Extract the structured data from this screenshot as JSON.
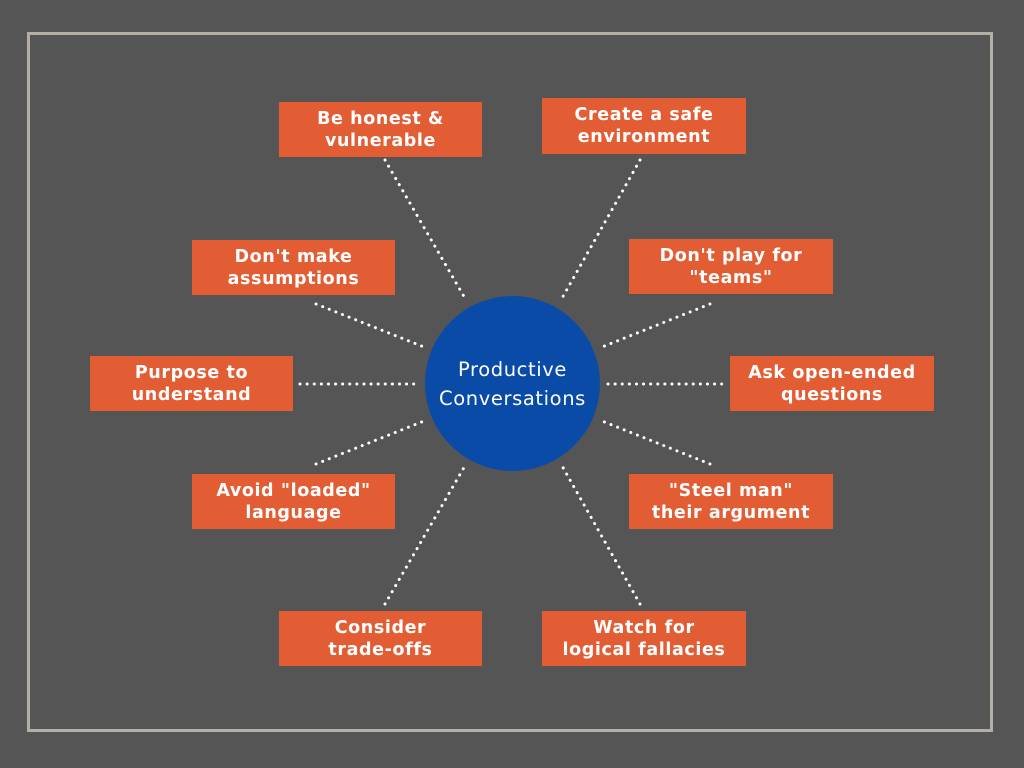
{
  "center": {
    "label": "Productive\nConversations"
  },
  "colors": {
    "background": "#555555",
    "frame": "#b3aea6",
    "node": "#e35d34",
    "hub": "#0a4ba8",
    "line": "#ffffff"
  },
  "nodes": [
    {
      "label": "Be honest &\nvulnerable"
    },
    {
      "label": "Create a safe\nenvironment"
    },
    {
      "label": "Don't make\nassumptions"
    },
    {
      "label": "Don't play for\n\"teams\""
    },
    {
      "label": "Purpose to\nunderstand"
    },
    {
      "label": "Ask open-ended\nquestions"
    },
    {
      "label": "Avoid \"loaded\"\nlanguage"
    },
    {
      "label": "\"Steel man\"\ntheir argument"
    },
    {
      "label": "Consider\ntrade-offs"
    },
    {
      "label": "Watch for\nlogical fallacies"
    }
  ]
}
